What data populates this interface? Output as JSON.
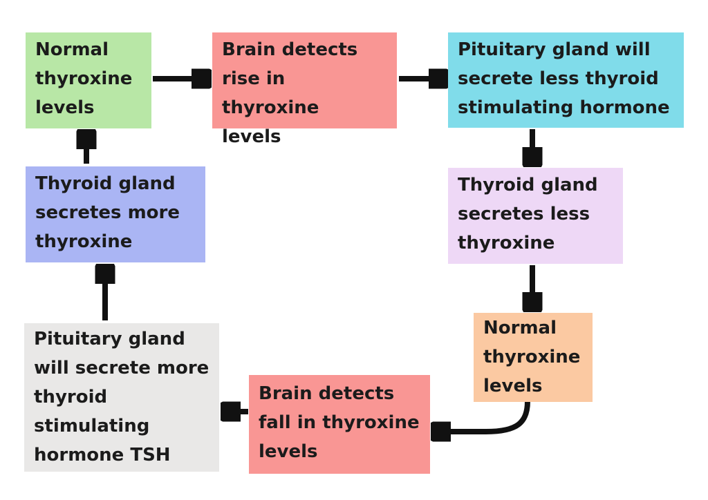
{
  "diagram": {
    "background_color": "#ffffff",
    "arrow_color": "#111111",
    "text_color": "#1b1b1b",
    "boxes": [
      {
        "id": "normal-thyroxine-levels-start",
        "label": "Normal\nthyroxine\nlevels",
        "bg": "#b8e7a6"
      },
      {
        "id": "brain-detects-rise",
        "label": "Brain detects\nrise in thyroxine\nlevels",
        "bg": "#f99694"
      },
      {
        "id": "pituitary-secretes-less-tsh",
        "label": "Pituitary gland will\nsecrete less thyroid\nstimulating hormone",
        "bg": "#80dcea"
      },
      {
        "id": "thyroid-secretes-less",
        "label": "Thyroid gland\nsecretes less\nthyroxine",
        "bg": "#eed8f6"
      },
      {
        "id": "normal-thyroxine-levels-mid",
        "label": "Normal\nthyroxine\nlevels",
        "bg": "#fbc9a2"
      },
      {
        "id": "brain-detects-fall",
        "label": "Brain detects\nfall in thyroxine\nlevels",
        "bg": "#f99694"
      },
      {
        "id": "pituitary-secretes-more-tsh",
        "label": "Pituitary gland\nwill secrete more\nthyroid\nstimulating\nhormone TSH",
        "bg": "#e9e8e7"
      },
      {
        "id": "thyroid-secretes-more",
        "label": "Thyroid gland\nsecretes more\nthyroxine",
        "bg": "#aab5f4"
      }
    ],
    "flow": [
      {
        "from": "normal-thyroxine-levels-start",
        "to": "brain-detects-rise"
      },
      {
        "from": "brain-detects-rise",
        "to": "pituitary-secretes-less-tsh"
      },
      {
        "from": "pituitary-secretes-less-tsh",
        "to": "thyroid-secretes-less"
      },
      {
        "from": "thyroid-secretes-less",
        "to": "normal-thyroxine-levels-mid"
      },
      {
        "from": "normal-thyroxine-levels-mid",
        "to": "brain-detects-fall"
      },
      {
        "from": "brain-detects-fall",
        "to": "pituitary-secretes-more-tsh"
      },
      {
        "from": "pituitary-secretes-more-tsh",
        "to": "thyroid-secretes-more"
      },
      {
        "from": "thyroid-secretes-more",
        "to": "normal-thyroxine-levels-start"
      }
    ]
  }
}
